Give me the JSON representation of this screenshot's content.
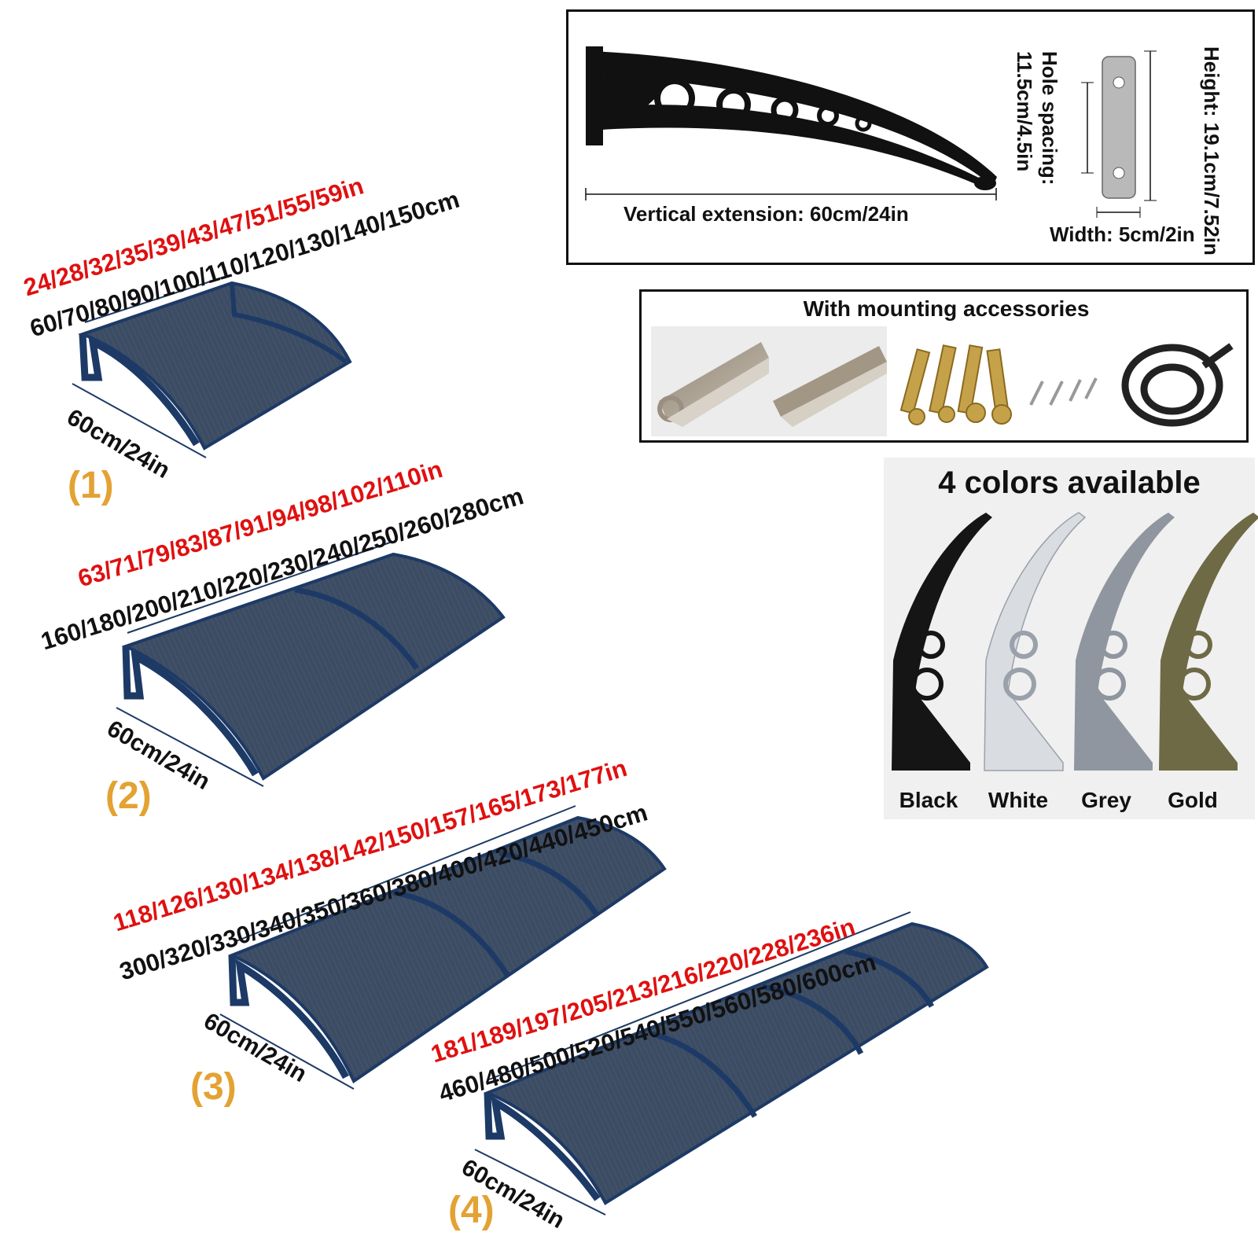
{
  "bracket_spec": {
    "vertical_extension": "Vertical extension: 60cm/24in",
    "height": "Height: 19.1cm/7.52in",
    "hole_spacing": "Hole spacing: 11.5cm/4.5in",
    "width": "Width: 5cm/2in"
  },
  "accessories": {
    "title": "With mounting accessories",
    "items": [
      "aluminum-rail-profile",
      "aluminum-rail-profile-flat",
      "expansion-bolts-and-screws",
      "rubber-seal-strip"
    ]
  },
  "colors_panel": {
    "title": "4 colors available",
    "options": [
      {
        "label": "Black",
        "color": "#151515"
      },
      {
        "label": "White",
        "color": "#d9dde2"
      },
      {
        "label": "Grey",
        "color": "#8f969f"
      },
      {
        "label": "Gold",
        "color": "#6e6a45"
      }
    ]
  },
  "canopies": [
    {
      "number": "(1)",
      "inches": "24/28/32/35/39/43/47/51/55/59in",
      "cm": "60/70/80/90/100/110/120/130/140/150cm",
      "depth": "60cm/24in",
      "panels": 1
    },
    {
      "number": "(2)",
      "inches": "63/71/79/83/87/91/94/98/102/110in",
      "cm": "160/180/200/210/220/230/240/250/260/280cm",
      "depth": "60cm/24in",
      "panels": 2
    },
    {
      "number": "(3)",
      "inches": "118/126/130/134/138/142/150/157/165/173/177in",
      "cm": "300/320/330/340/350/360/380/400/420/440/450cm",
      "depth": "60cm/24in",
      "panels": 3
    },
    {
      "number": "(4)",
      "inches": "181/189/197/205/213/216/220/228/236in",
      "cm": "460/480/500/520/540/550/560/580/600cm",
      "depth": "60cm/24in",
      "panels": 4
    }
  ],
  "colors": {
    "canopy_fill": "#3c4c63",
    "canopy_edge": "#1d3a66",
    "label_red": "#e01010",
    "number_orange": "#e3a232"
  }
}
